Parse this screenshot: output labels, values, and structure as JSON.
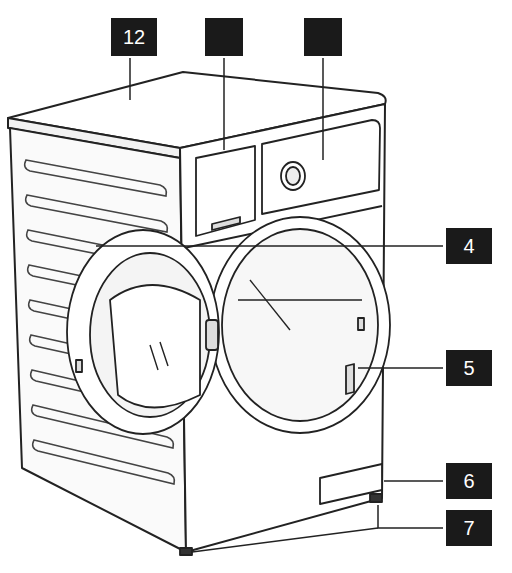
{
  "diagram": {
    "labels": [
      "12",
      "4",
      "5",
      "6",
      "7"
    ]
  }
}
